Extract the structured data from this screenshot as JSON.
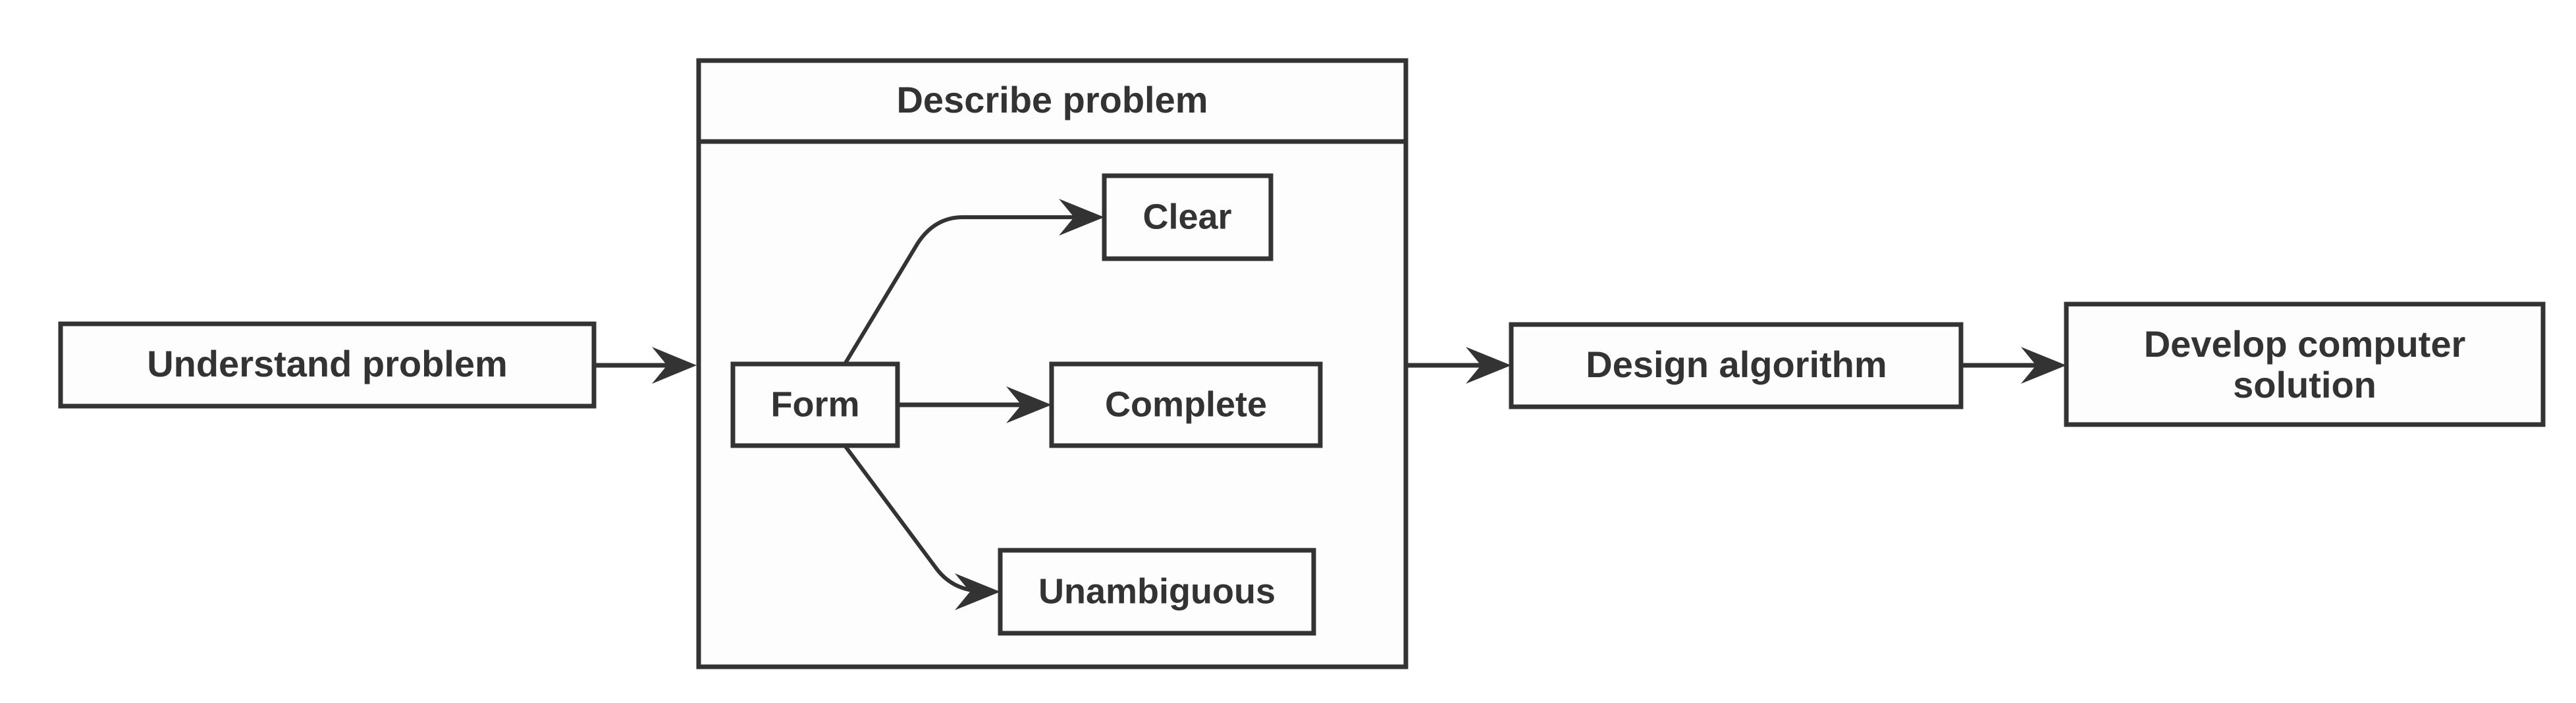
{
  "diagram": {
    "type": "flowchart",
    "orientation": "left-to-right",
    "background_color": "#ffffff",
    "stroke_color": "#333333",
    "fill_color": "#fdfdfd",
    "nodes": {
      "understand": {
        "label": "Understand problem"
      },
      "container": {
        "title": "Describe problem"
      },
      "form": {
        "label": "Form"
      },
      "clear": {
        "label": "Clear"
      },
      "complete": {
        "label": "Complete"
      },
      "unambiguous": {
        "label": "Unambiguous"
      },
      "design": {
        "label": "Design algorithm"
      },
      "develop": {
        "label_line1": "Develop computer",
        "label_line2": "solution"
      }
    },
    "edges": [
      {
        "from": "understand",
        "to": "container",
        "style": "straight-arrow"
      },
      {
        "from": "form",
        "to": "clear",
        "style": "curved-arrow"
      },
      {
        "from": "form",
        "to": "complete",
        "style": "straight-arrow"
      },
      {
        "from": "form",
        "to": "unambiguous",
        "style": "curved-arrow"
      },
      {
        "from": "container",
        "to": "design",
        "style": "straight-arrow"
      },
      {
        "from": "design",
        "to": "develop",
        "style": "straight-arrow"
      }
    ]
  }
}
